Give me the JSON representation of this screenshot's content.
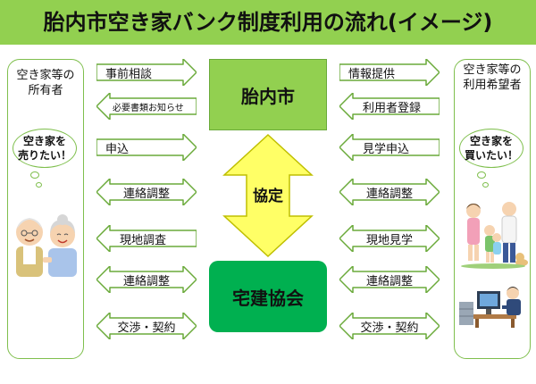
{
  "title": "胎内市空き家バンク制度利用の流れ(イメージ)",
  "owner": {
    "title_lines": [
      "空き家等の",
      "所有者"
    ],
    "bubble_lines": [
      "空き家を",
      "売りたい！"
    ]
  },
  "seeker": {
    "title_lines": [
      "空き家等の",
      "利用希望者"
    ],
    "bubble_lines": [
      "空き家を",
      "買いたい！"
    ]
  },
  "city_label": "胎内市",
  "agreement_label": "協定",
  "association_label": "宅建協会",
  "left_arrows": [
    {
      "label": "事前相談",
      "direction": "right"
    },
    {
      "label": "必要書類お知らせ",
      "direction": "left"
    },
    {
      "label": "申込",
      "direction": "right"
    },
    {
      "label": "連絡調整",
      "direction": "both"
    },
    {
      "label": "現地調査",
      "direction": "left"
    },
    {
      "label": "連絡調整",
      "direction": "both"
    },
    {
      "label": "交渉・契約",
      "direction": "both"
    }
  ],
  "right_arrows": [
    {
      "label": "情報提供",
      "direction": "right"
    },
    {
      "label": "利用者登録",
      "direction": "left"
    },
    {
      "label": "見学申込",
      "direction": "left"
    },
    {
      "label": "連絡調整",
      "direction": "both"
    },
    {
      "label": "現地見学",
      "direction": "both"
    },
    {
      "label": "連絡調整",
      "direction": "both"
    },
    {
      "label": "交渉・契約",
      "direction": "both"
    }
  ],
  "colors": {
    "banner": "#92d050",
    "panel_border": "#7fbf4d",
    "arrow_fill": "#ffffff",
    "arrow_stroke": "#6aaa3a",
    "city_box": "#92d050",
    "agreement_arrow": "#ffff66",
    "association_box": "#00b050"
  },
  "icons": [
    "elderly-couple-illustration",
    "family-illustration",
    "office-worker-illustration"
  ]
}
